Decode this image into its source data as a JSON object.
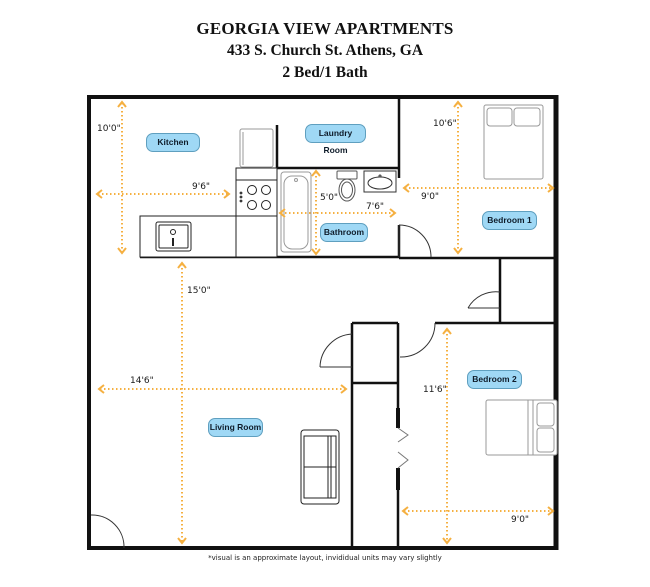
{
  "header": {
    "title": "GEORGIA VIEW APARTMENTS",
    "address": "433 S. Church St. Athens, GA",
    "unit_type": "2 Bed/1 Bath"
  },
  "rooms": {
    "kitchen": {
      "label": "Kitchen",
      "dims": [
        "10'0\"",
        "9'6\""
      ]
    },
    "laundry": {
      "label": "Laundry Room"
    },
    "bathroom": {
      "label": "Bathroom",
      "dims": [
        "5'0\"",
        "7'6\""
      ]
    },
    "bedroom1": {
      "label": "Bedroom 1",
      "dims": [
        "10'6\"",
        "9'0\""
      ]
    },
    "bedroom2": {
      "label": "Bedroom 2",
      "dims": [
        "11'6\"",
        "9'0\""
      ]
    },
    "living": {
      "label": "Living Room",
      "dims": [
        "15'0\"",
        "14'6\""
      ]
    }
  },
  "footnote": "*visual is an approximate layout, invididual units may vary slightly",
  "colors": {
    "wall": "#111111",
    "dimension_line": "#f5b041",
    "label_fill": "#9fd8f5",
    "label_border": "#5f9fbf"
  }
}
